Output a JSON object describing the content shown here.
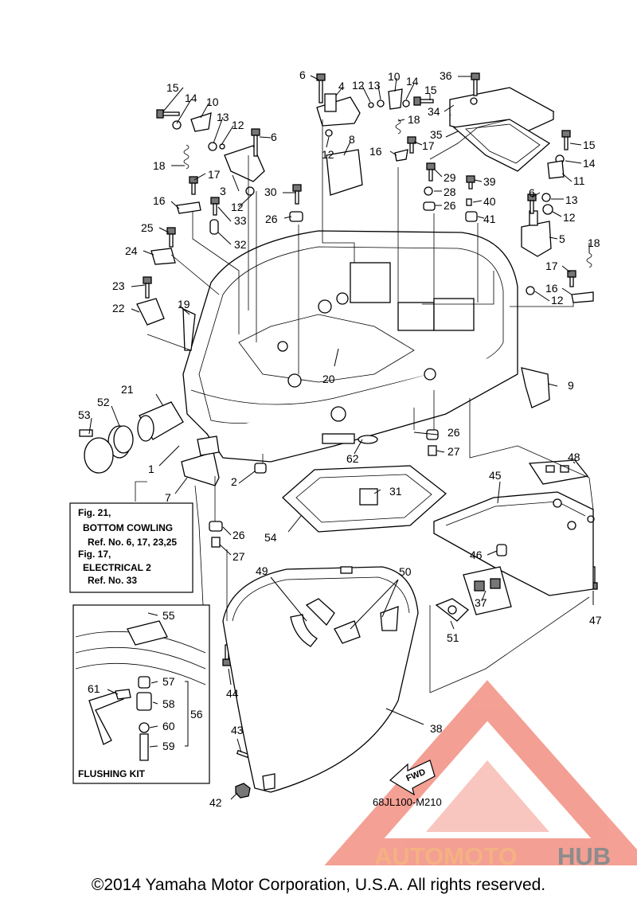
{
  "diagram_code": "68JL100-M210",
  "copyright": "©2014 Yamaha Motor Corporation, U.S.A. All rights reserved.",
  "watermark": {
    "brand_a": "AUTOMOTO",
    "brand_b": "HUB",
    "color_a": "#f4b183",
    "color_b": "#8c8c8c",
    "logo_color": "#f08070"
  },
  "ref_box": {
    "line1": "Fig. 21,",
    "line2": "BOTTOM COWLING",
    "line3": "Ref. No. 6, 17, 23,25",
    "line4": "Fig. 17,",
    "line5": "ELECTRICAL 2",
    "line6": "Ref. No. 33"
  },
  "flushing_kit_label": "FLUSHING KIT",
  "fwd_label": "FWD",
  "callouts": {
    "c1": "1",
    "c2": "2",
    "c3": "3",
    "c4": "4",
    "c5": "5",
    "c6a": "6",
    "c6b": "6",
    "c6c": "6",
    "c7": "7",
    "c8": "8",
    "c9": "9",
    "c10a": "10",
    "c10b": "10",
    "c11": "11",
    "c12a": "12",
    "c12b": "12",
    "c12c": "12",
    "c12d": "12",
    "c12e": "12",
    "c12f": "12",
    "c13a": "13",
    "c13b": "13",
    "c13c": "13",
    "c14a": "14",
    "c14b": "14",
    "c14c": "14",
    "c15a": "15",
    "c15b": "15",
    "c15c": "15",
    "c16a": "16",
    "c16b": "16",
    "c16c": "16",
    "c17a": "17",
    "c17b": "17",
    "c17c": "17",
    "c18a": "18",
    "c18b": "18",
    "c18c": "18",
    "c19": "19",
    "c20": "20",
    "c21": "21",
    "c22": "22",
    "c23": "23",
    "c24": "24",
    "c25": "25",
    "c26a": "26",
    "c26b": "26",
    "c26c": "26",
    "c26d": "26",
    "c27a": "27",
    "c27b": "27",
    "c28": "28",
    "c29": "29",
    "c30": "30",
    "c31": "31",
    "c32": "32",
    "c33": "33",
    "c34": "34",
    "c35": "35",
    "c36": "36",
    "c37": "37",
    "c38": "38",
    "c39": "39",
    "c40": "40",
    "c41": "41",
    "c42": "42",
    "c43": "43",
    "c44": "44",
    "c45": "45",
    "c46": "46",
    "c47": "47",
    "c48": "48",
    "c49": "49",
    "c50": "50",
    "c51": "51",
    "c52": "52",
    "c53": "53",
    "c54": "54",
    "c55": "55",
    "c56": "56",
    "c57": "57",
    "c58": "58",
    "c59": "59",
    "c60": "60",
    "c61": "61",
    "c62": "62"
  }
}
